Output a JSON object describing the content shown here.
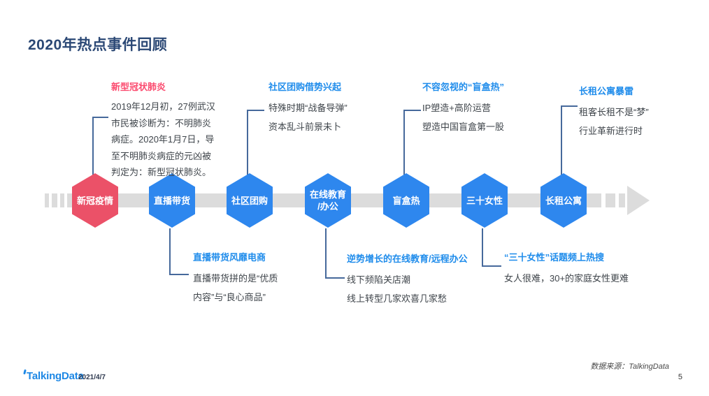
{
  "slide": {
    "title": "2020年热点事件回顾",
    "footer": {
      "logo": "TalkingData",
      "date": "2021/4/7",
      "source": "数据来源：TalkingData",
      "page_number": "5"
    },
    "colors": {
      "title_navy": "#2b4875",
      "hexagon_red": "#eb5168",
      "hexagon_blue": "#2e87ee",
      "annotation_title_blue": "#1f8ceb",
      "annotation_title_red": "#fb4a6e",
      "body_text": "#3f454b",
      "timeline_gray": "#dcdcdc",
      "connector_blue": "#46699b",
      "logo_blue": "#1e88e5"
    }
  },
  "timeline": {
    "nodes": [
      {
        "label": "新冠疫情",
        "color": "red"
      },
      {
        "label": "直播带货",
        "color": "blue"
      },
      {
        "label": "社区团购",
        "color": "blue"
      },
      {
        "label": "在线教育\n/办公",
        "color": "blue"
      },
      {
        "label": "盲盒热",
        "color": "blue"
      },
      {
        "label": "三十女性",
        "color": "blue"
      },
      {
        "label": "长租公寓",
        "color": "blue"
      }
    ]
  },
  "annotations_top": [
    {
      "title": "新型冠状肺炎",
      "lines": [
        "2019年12月初，27例武汉",
        "市民被诊断为：不明肺炎",
        "病症。2020年1月7日，导",
        "至不明肺炎病症的元凶被",
        "判定为：新型冠状肺炎。"
      ]
    },
    {
      "title": "社区团购借势兴起",
      "lines": [
        "特殊时期“战备导弹”",
        "资本乱斗前景未卜"
      ]
    },
    {
      "title": "不容忽视的“盲盒热”",
      "lines": [
        "IP塑造+高阶运营",
        "塑造中国盲盒第一股"
      ]
    },
    {
      "title": "长租公寓暴雷",
      "lines": [
        "租客长租不是“梦”",
        "行业革新进行时"
      ]
    }
  ],
  "annotations_bottom": [
    {
      "title": "直播带货风靡电商",
      "lines": [
        "直播带货拼的是“优质",
        "内容”与“良心商品”"
      ]
    },
    {
      "title": "逆势增长的在线教育/远程办公",
      "lines": [
        "线下频陷关店潮",
        "线上转型几家欢喜几家愁"
      ]
    },
    {
      "title": "“三十女性”话题频上热搜",
      "lines": [
        "女人很难，30+的家庭女性更难"
      ]
    }
  ]
}
